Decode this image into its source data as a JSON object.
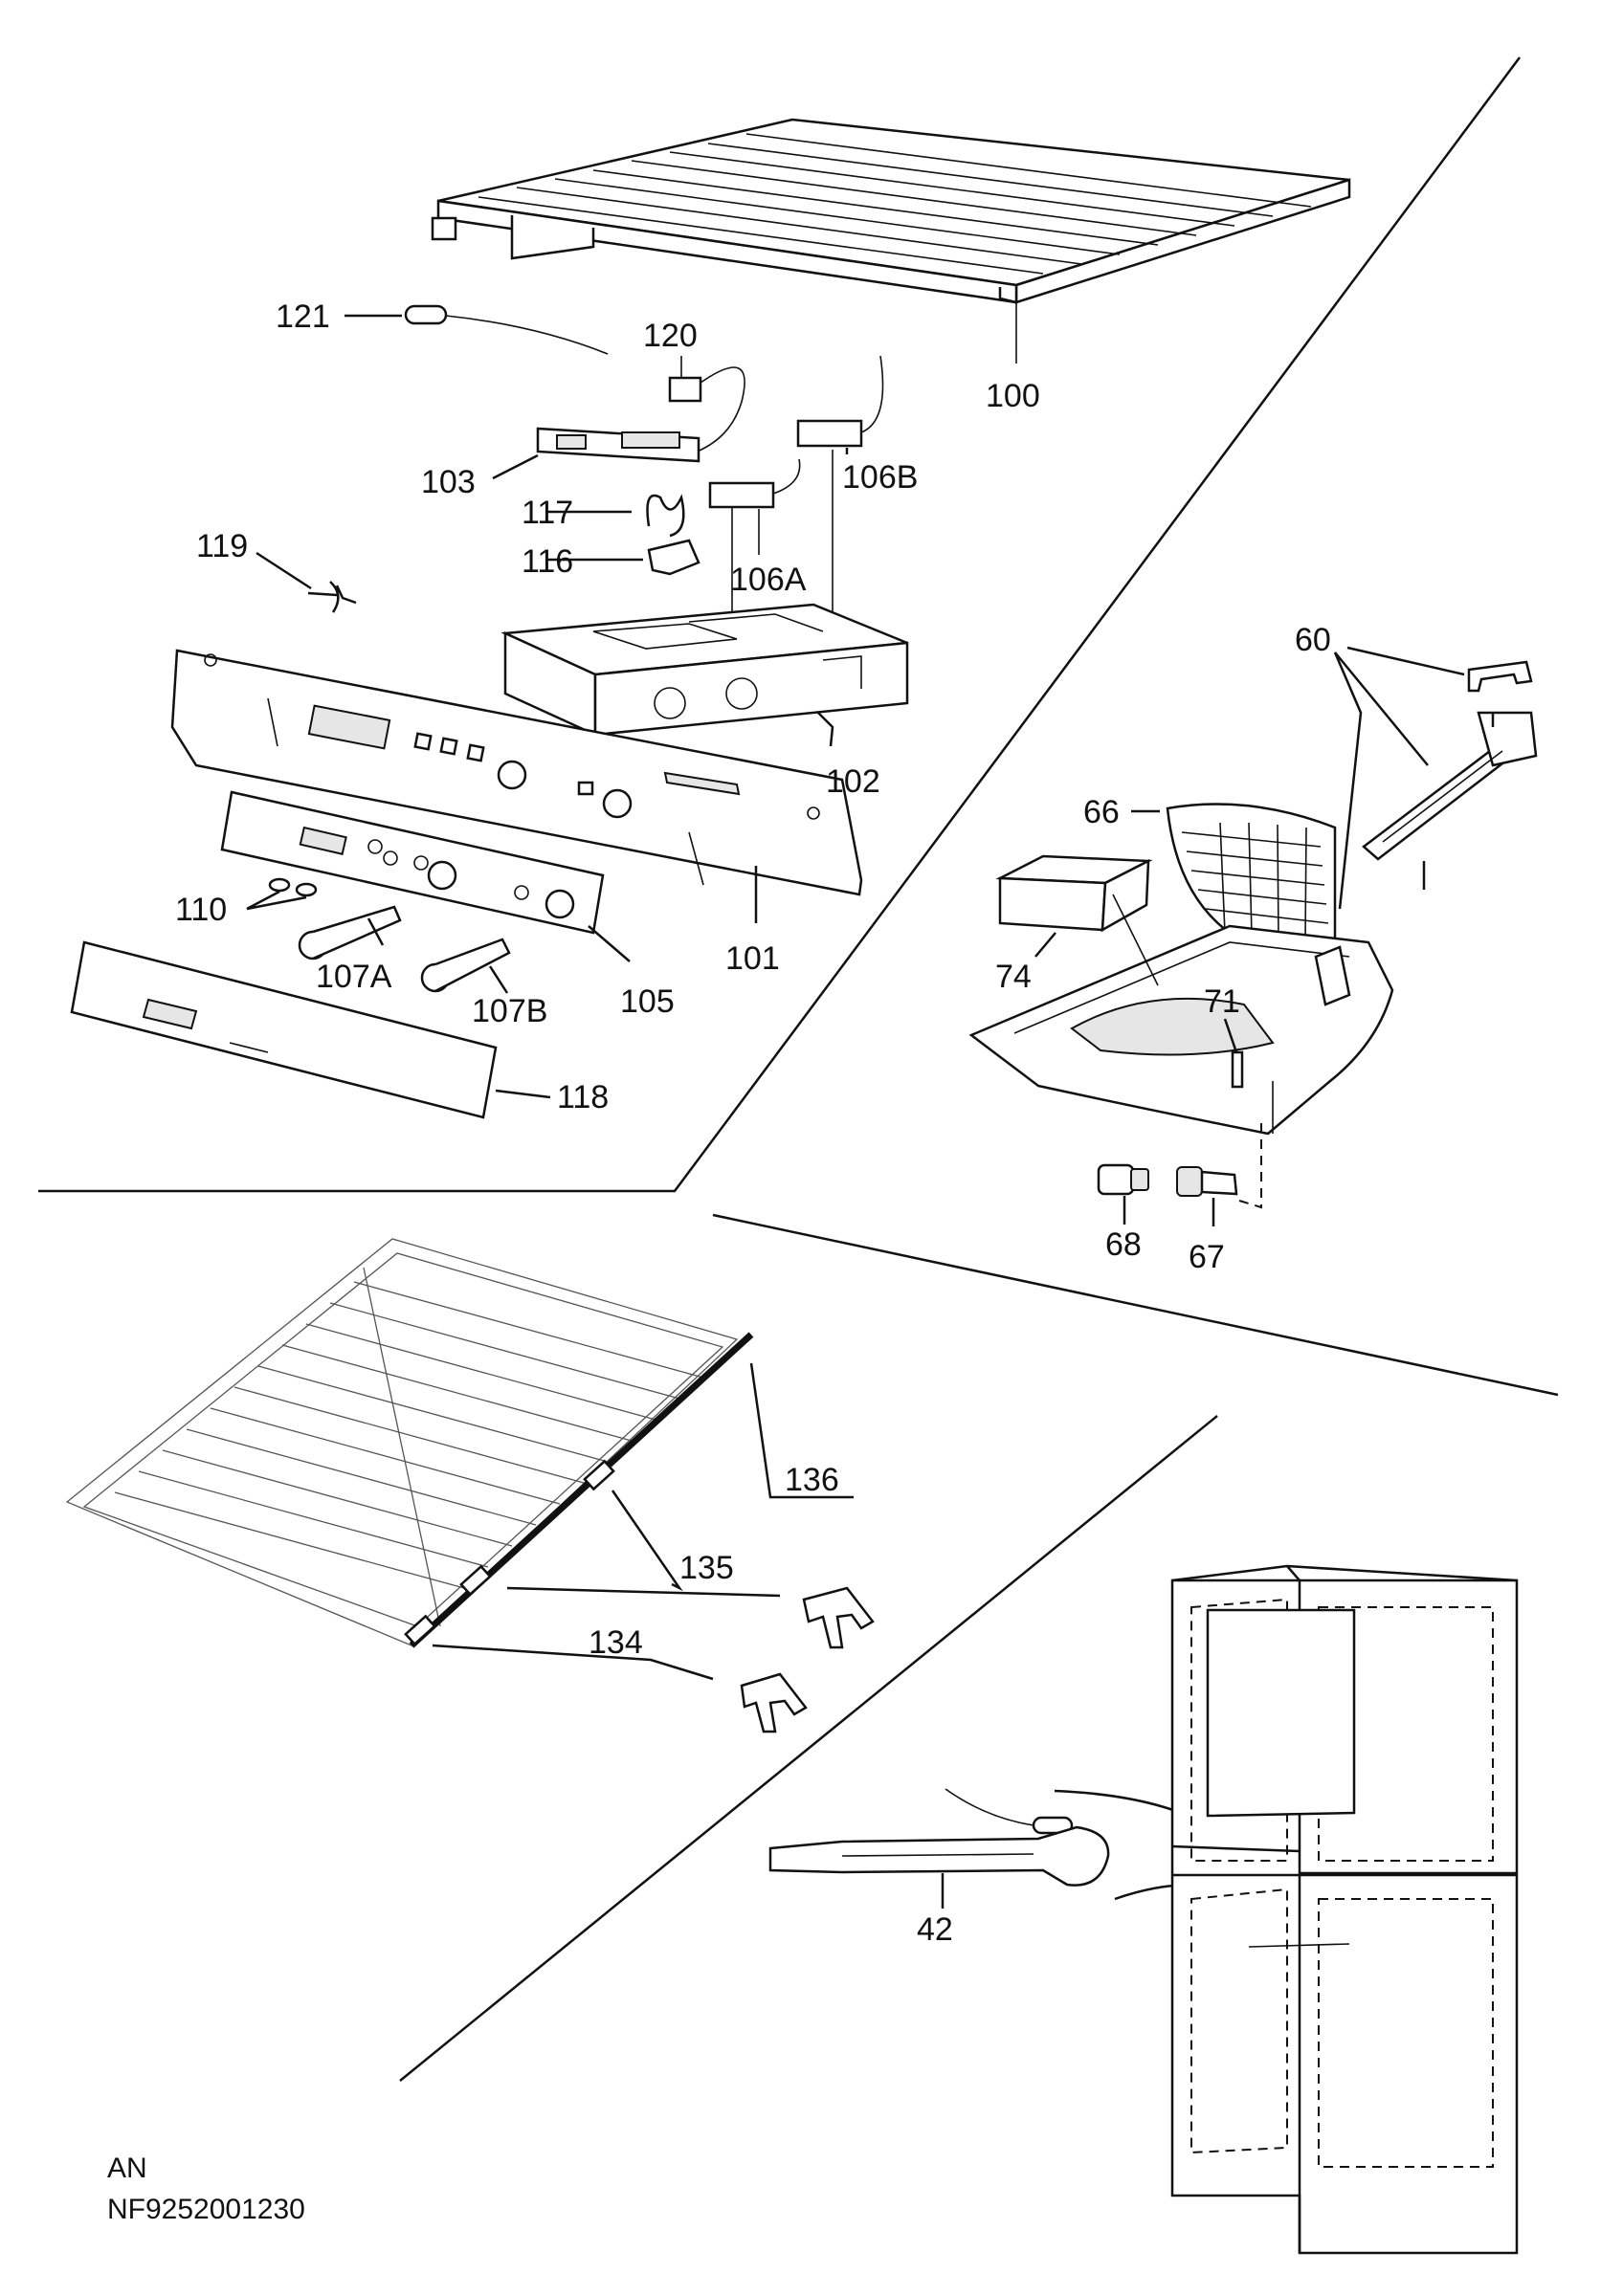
{
  "part_labels": {
    "p100": "100",
    "p121": "121",
    "p120": "120",
    "p103": "103",
    "p106B": "106B",
    "p117": "117",
    "p116": "116",
    "p106A": "106A",
    "p119": "119",
    "p102": "102",
    "p101": "101",
    "p110": "110",
    "p107A": "107A",
    "p107B": "107B",
    "p105": "105",
    "p118": "118",
    "p60": "60",
    "p66": "66",
    "p74": "74",
    "p71": "71",
    "p68": "68",
    "p67": "67",
    "p136": "136",
    "p135": "135",
    "p134": "134",
    "p42": "42"
  },
  "footer": {
    "line1": "AN",
    "line2": "NF9252001230"
  }
}
